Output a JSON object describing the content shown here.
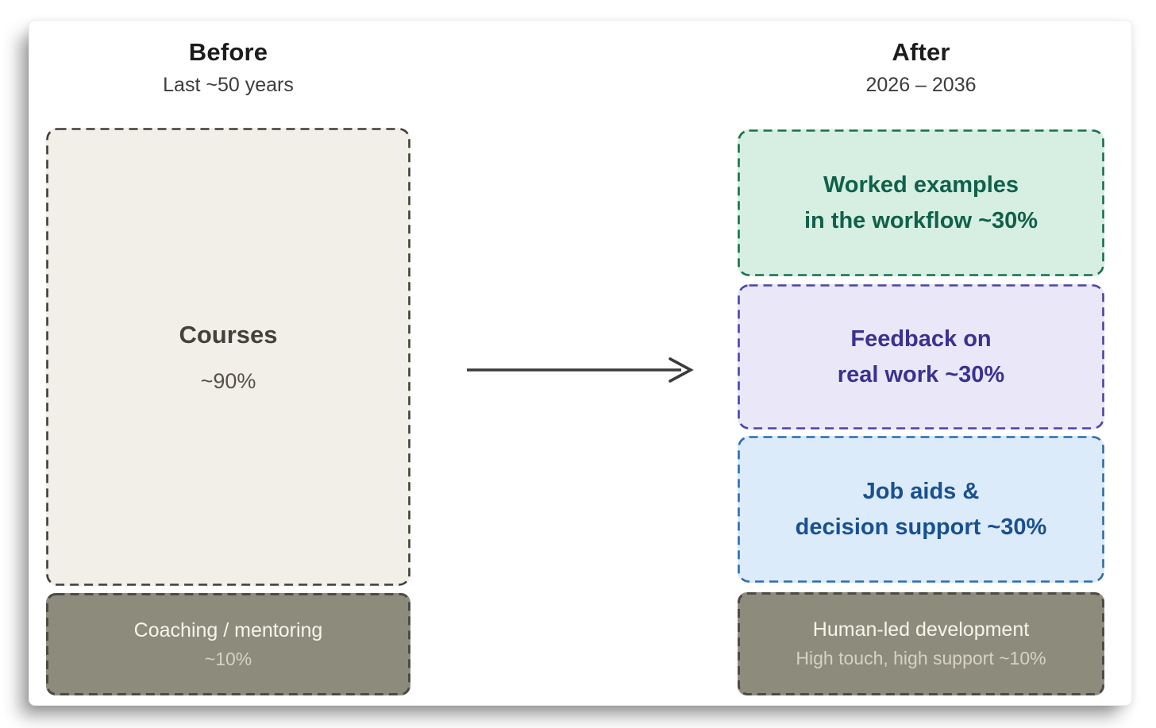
{
  "headers": {
    "before": {
      "title": "Before",
      "subtitle": "Last ~50 years"
    },
    "after": {
      "title": "After",
      "subtitle": "2026 – 2036"
    }
  },
  "before_column": {
    "courses": {
      "title": "Courses",
      "value": "~90%"
    },
    "coaching": {
      "title": "Coaching / mentoring",
      "value": "~10%"
    }
  },
  "after_column": {
    "worked_examples": {
      "line1": "Worked examples",
      "line2": "in the workflow ~30%"
    },
    "feedback": {
      "line1": "Feedback on",
      "line2": "real work ~30%"
    },
    "job_aids": {
      "line1": "Job aids &",
      "line2": "decision support ~30%"
    },
    "human_led": {
      "title": "Human-led development",
      "subtitle": "High touch, high support ~10%"
    }
  },
  "colors": {
    "courses_bg": "#f2efe9",
    "courses_border": "#3f3e3a",
    "courses_text": "#44403a",
    "gray_bg": "#8d8c7c",
    "gray_border": "#4c4b45",
    "gray_text": "#f7f4eb",
    "gray_subtext": "#d5d2c5",
    "worked_bg": "#d6efe2",
    "worked_border": "#17704e",
    "worked_text": "#10604a",
    "feedback_bg": "#e9e7f8",
    "feedback_border": "#4b44ab",
    "feedback_text": "#3a3191",
    "job_aids_bg": "#dcebf9",
    "job_aids_border": "#2d6cb2",
    "job_aids_text": "#19508f",
    "arrow": "#3b3b3b"
  }
}
